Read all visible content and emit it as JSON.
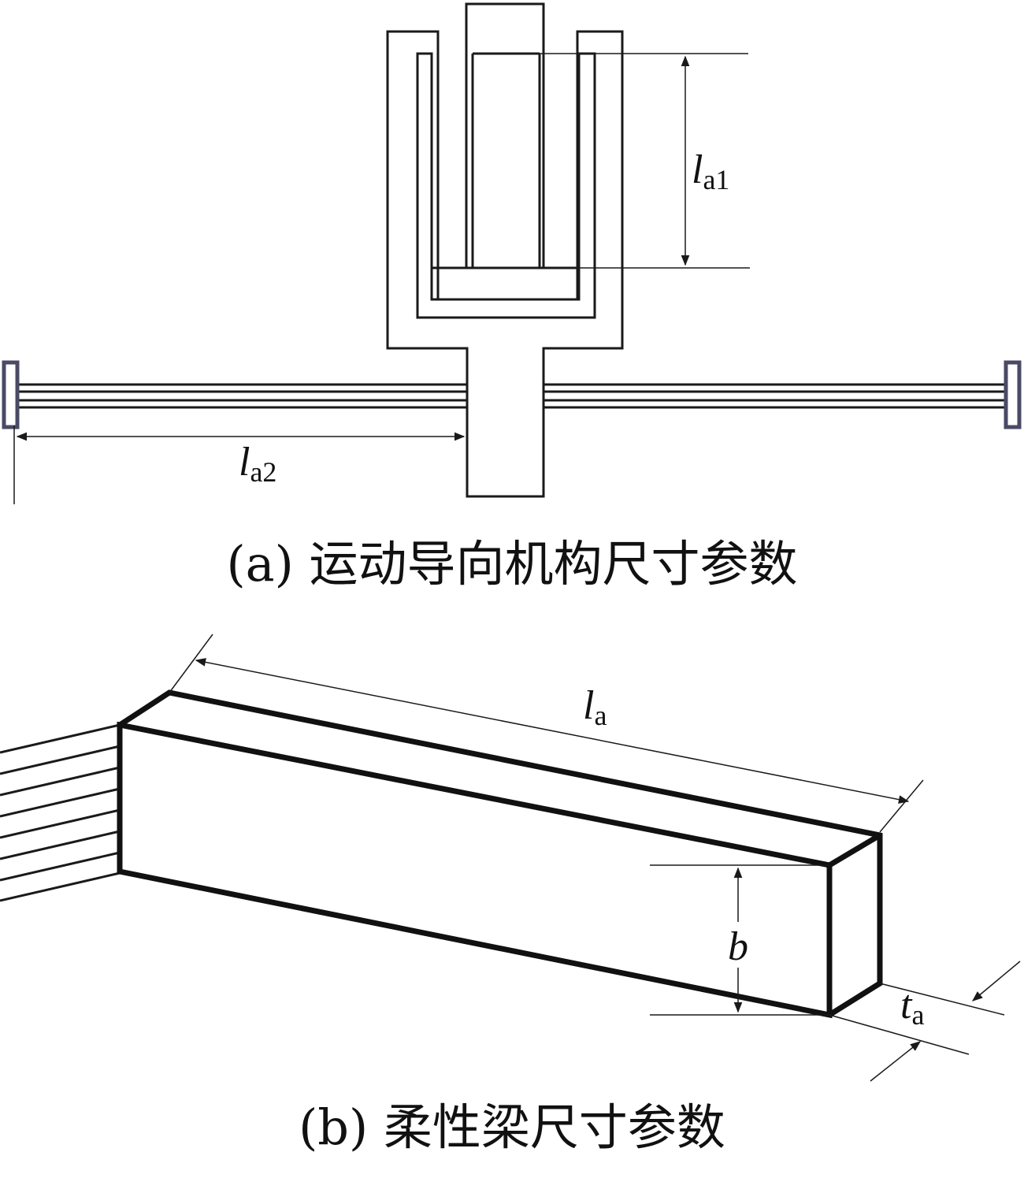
{
  "panel_a": {
    "caption": "(a) 运动导向机构尺寸参数",
    "labels": [
      {
        "var": "l",
        "sub": "a1"
      },
      {
        "var": "l",
        "sub": "a2"
      }
    ]
  },
  "panel_b": {
    "caption": "(b) 柔性梁尺寸参数",
    "labels": [
      {
        "var": "l",
        "sub": "a"
      },
      {
        "var": "b",
        "sub": ""
      },
      {
        "var": "t",
        "sub": "a"
      }
    ]
  },
  "colors": {
    "line": "#1a1a1a",
    "end_block": "#4a4a66",
    "background": "#ffffff"
  }
}
